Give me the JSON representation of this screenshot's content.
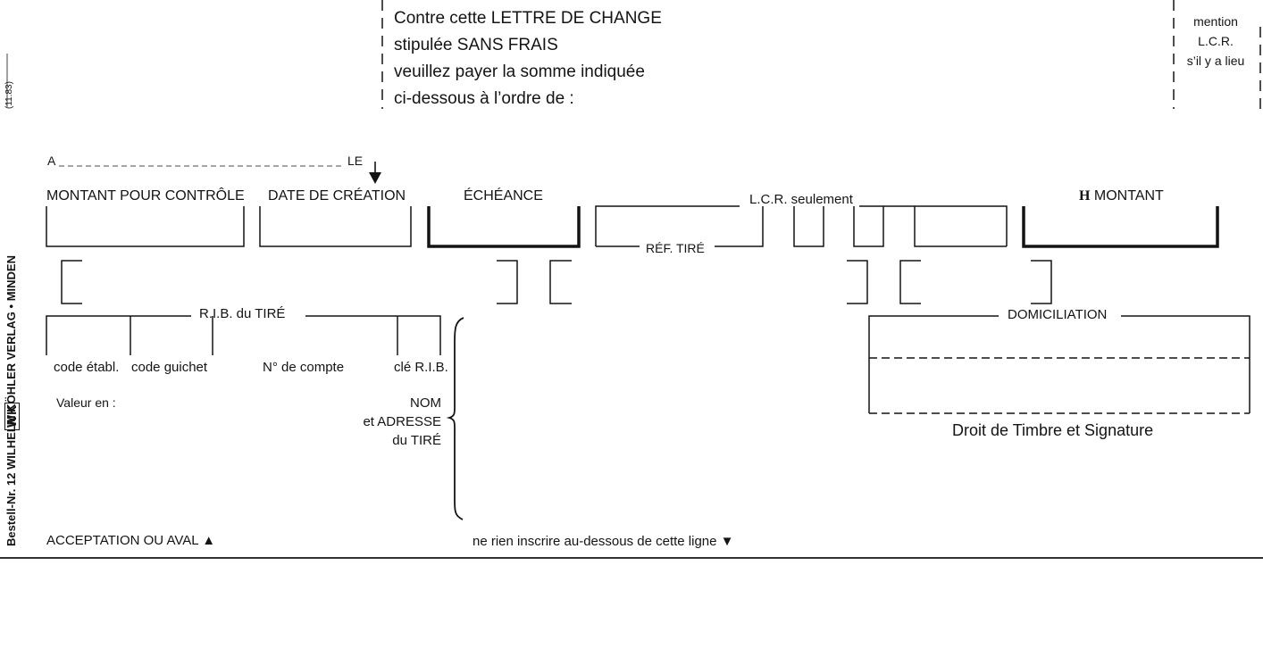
{
  "header": {
    "lines": [
      "Contre cette LETTRE DE CHANGE",
      "stipulée SANS FRAIS",
      "veuillez payer la somme indiquée",
      "ci-dessous à l’ordre de :"
    ],
    "mention": [
      "mention",
      "L.C.R.",
      "s’il y a lieu"
    ]
  },
  "sidebar": {
    "publisher": "Bestell-Nr. 12    WILHELM KÖHLER VERLAG • MINDEN",
    "logo": "WK",
    "code": "(11.83)"
  },
  "place_date": {
    "a": "A",
    "le": "LE"
  },
  "fields": {
    "montant_controle": "MONTANT POUR CONTRÔLE",
    "date_creation": "DATE DE CRÉATION",
    "echeance": "ÉCHÉANCE",
    "lcr_seulement": "L.C.R. seulement",
    "ref_tire": "RÉF. TIRÉ",
    "montant": "MONTANT",
    "montant_symbol": "H"
  },
  "rib": {
    "title": "R.I.B. du TIRÉ",
    "code_etabl": "code établ.",
    "code_guichet": "code guichet",
    "no_compte": "N° de compte",
    "cle_rib": "clé R.I.B."
  },
  "valeur": "Valeur en :",
  "nom_adresse": [
    "NOM",
    "et ADRESSE",
    "du TIRÉ"
  ],
  "domiciliation": "DOMICILIATION",
  "droit_timbre": "Droit de Timbre et Signature",
  "footer": {
    "acceptation": "ACCEPTATION OU AVAL ▲",
    "ne_rien": "ne rien inscrire au-dessous de cette ligne ▼"
  }
}
